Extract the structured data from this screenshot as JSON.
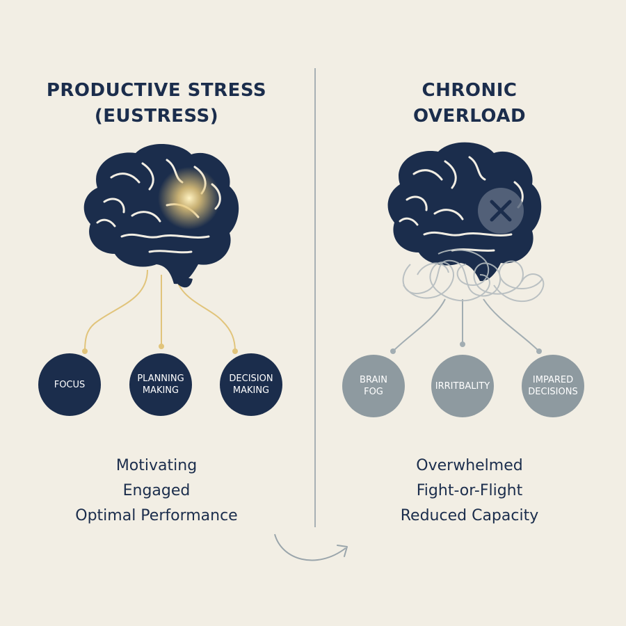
{
  "left": {
    "title_line1": "PRODUCTIVE STRESS",
    "title_line2": "(EUSTRESS)",
    "nodes": [
      {
        "lines": [
          "FOCUS"
        ]
      },
      {
        "lines": [
          "PLANNING",
          "MAKING"
        ]
      },
      {
        "lines": [
          "DECISION",
          "MAKING"
        ]
      }
    ],
    "outcomes": [
      "Motivating",
      "Engaged",
      "Optimal Performance"
    ]
  },
  "right": {
    "title_line1": "CHRONIC",
    "title_line2": "OVERLOAD",
    "nodes": [
      {
        "lines": [
          "BRAIN",
          "FOG"
        ]
      },
      {
        "lines": [
          "IRRITBALITY"
        ]
      },
      {
        "lines": [
          "IMPARED",
          "DECISIONS"
        ]
      }
    ],
    "outcomes": [
      "Overwhelmed",
      "Fight-or-Flight",
      "Reduced Capacity"
    ]
  },
  "colors": {
    "background": "#f2eee4",
    "navy": "#1b2d4c",
    "gold": "#e6c77a",
    "grey_node": "#8e9aa0",
    "divider": "#a7b0b4"
  },
  "icons": [
    "brain-icon",
    "glow-icon",
    "x-mark-icon",
    "tangled-lines-icon",
    "curved-arrow-icon"
  ]
}
